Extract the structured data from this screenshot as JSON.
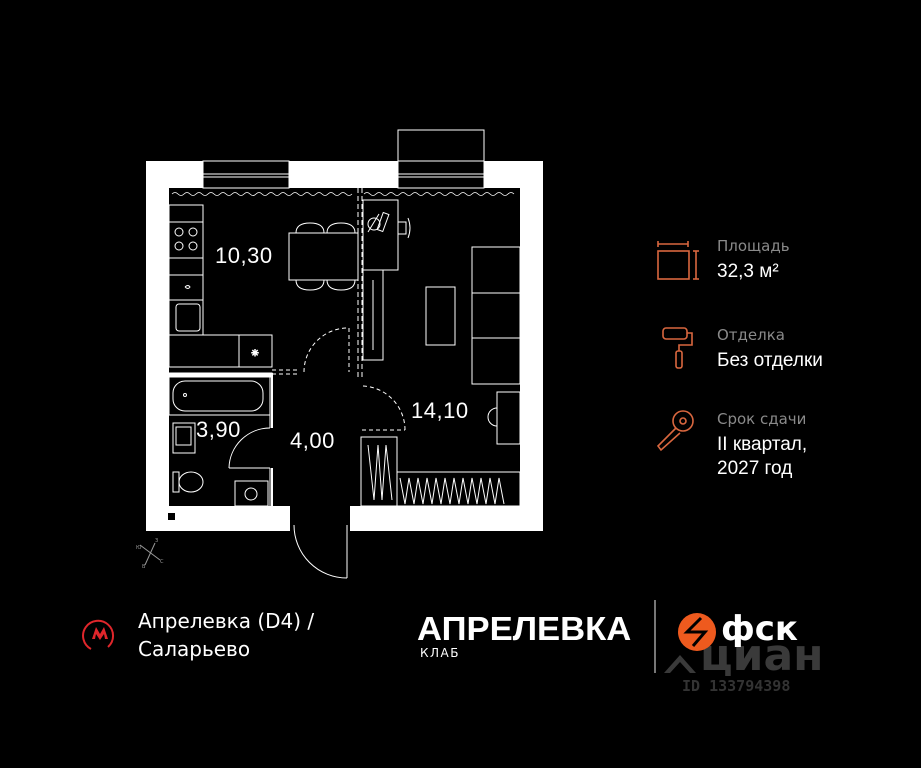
{
  "floor_plan": {
    "rooms": [
      {
        "name": "kitchen",
        "area": "10,30"
      },
      {
        "name": "bathroom",
        "area": "3,90"
      },
      {
        "name": "hallway",
        "area": "4,00"
      },
      {
        "name": "living-room",
        "area": "14,10"
      }
    ],
    "compass": {
      "labels": [
        "З",
        "Ю",
        "С",
        "В"
      ]
    }
  },
  "info": {
    "area": {
      "icon": "area-dimensions-icon",
      "label": "Площадь",
      "value": "32,3 м²"
    },
    "finish": {
      "icon": "paint-roller-icon",
      "label": "Отделка",
      "value": "Без отделки"
    },
    "delivery": {
      "icon": "key-icon",
      "label": "Срок сдачи",
      "value_line1": "II квартал,",
      "value_line2": "2027 год"
    }
  },
  "metro": {
    "icon": "metro-pin-icon",
    "line1": "Апрелевка (D4)  /",
    "line2": "Саларьево"
  },
  "brand": {
    "project_name": "АПРЕЛЕВКА",
    "project_sub": "КЛАБ",
    "developer": "фск"
  },
  "watermark": {
    "text": "циан",
    "id": "ID 133794398"
  },
  "colors": {
    "background": "#000000",
    "accent_icon": "#d9673f",
    "metro_red": "#e0262b",
    "fsk_orange": "#ee5a1e",
    "label_gray": "#8a8a8a"
  }
}
